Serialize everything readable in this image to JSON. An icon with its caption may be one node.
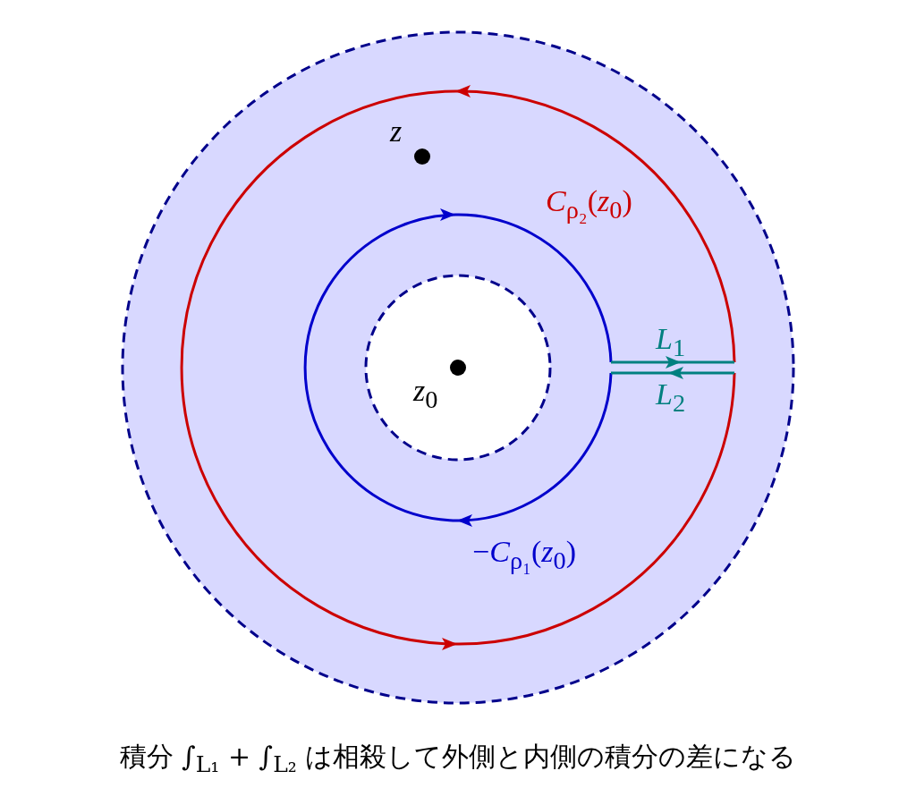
{
  "diagram": {
    "caption": "積分 ∫$_{L₁}$ + ∫$_{L₂}$ は相殺して外側と内側の積分の差になる",
    "labels": [
      "*z*",
      "*C*$_{ρ₂}$(*z*$_{0}$)",
      "*L*$_{1}$",
      "*z*$_{0}$",
      "*L*$_{2}$",
      "−*C*$_{ρ₁}$(*z*$_{0}$)"
    ]
  }
}
